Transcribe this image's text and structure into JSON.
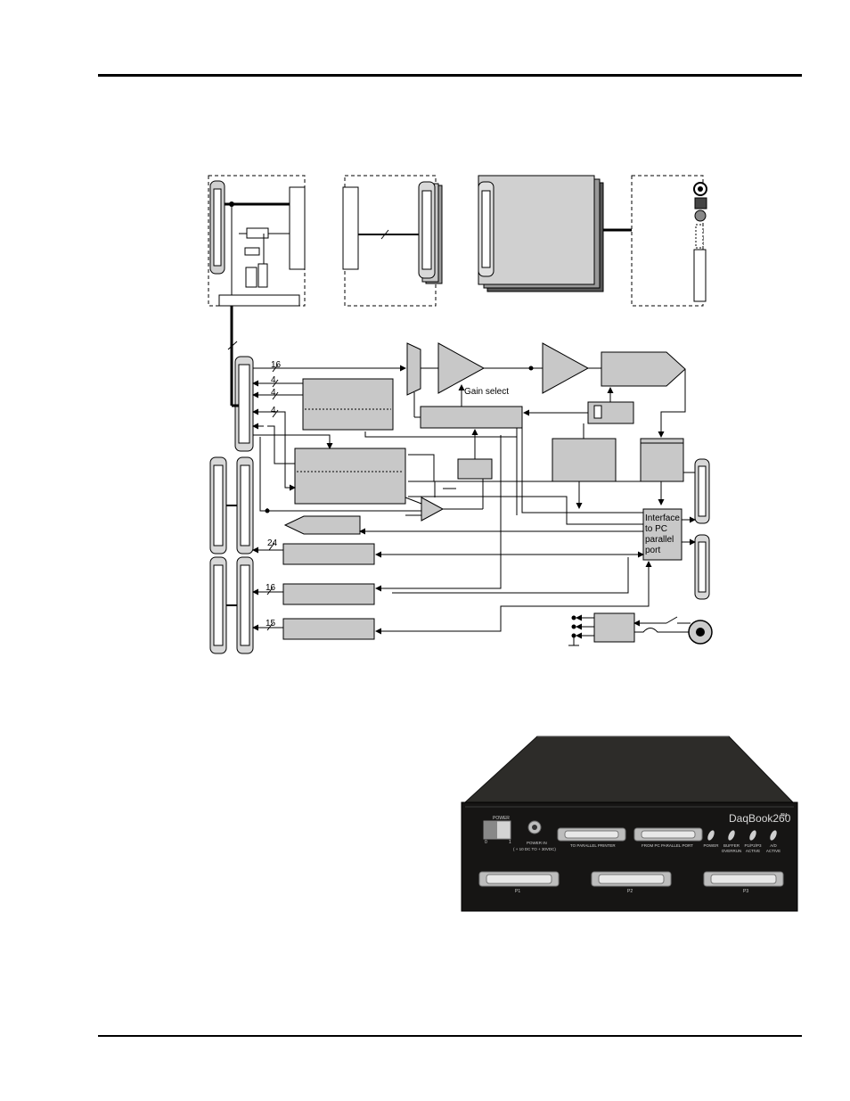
{
  "diagram": {
    "bus_counts": [
      "16",
      "4",
      "4",
      "4",
      "24",
      "16",
      "15"
    ],
    "gain_label": "Gain select",
    "interface_label": [
      "Interface",
      "to PC",
      "parallel",
      "port"
    ]
  },
  "device": {
    "brand": "DaqBook260",
    "trademark": "TM",
    "power_label": "POWER",
    "switch_off": "0",
    "switch_on": "1",
    "power_in_label": "POWER IN",
    "power_in_range": "( + 10 DC TO + 30VDC)",
    "port_to_printer": "TO PARALLEL PRINTER",
    "port_from_pc": "FROM PC PARALLEL PORT",
    "led_labels": [
      {
        "l1": "POWER",
        "l2": ""
      },
      {
        "l1": "BUFFER",
        "l2": "OVERRUN"
      },
      {
        "l1": "P1/P2/P3",
        "l2": "ACTIVE"
      },
      {
        "l1": "A/D",
        "l2": "ACTIVE"
      }
    ],
    "p1_label": "P1",
    "p2_label": "P2",
    "p3_label": "P3"
  }
}
